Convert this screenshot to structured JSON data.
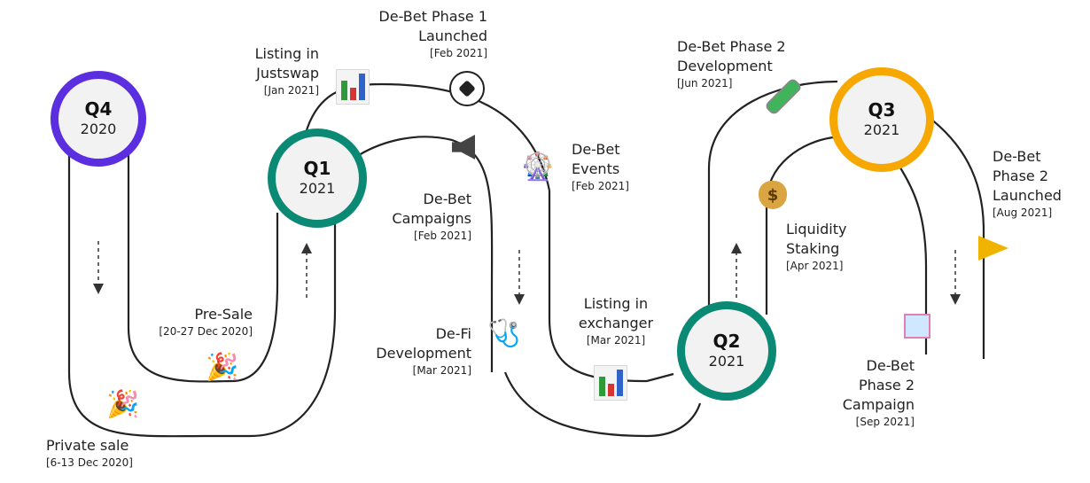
{
  "quarters": {
    "q4": {
      "label": "Q4",
      "year": "2020",
      "color": "#5b2ee0"
    },
    "q1": {
      "label": "Q1",
      "year": "2021",
      "color": "#0a8a74"
    },
    "q2": {
      "label": "Q2",
      "year": "2021",
      "color": "#0a8a74"
    },
    "q3": {
      "label": "Q3",
      "year": "2021",
      "color": "#f6a800"
    }
  },
  "milestones": {
    "private_sale": {
      "title": "Private sale",
      "date": "[6-13 Dec 2020]",
      "icon": "party-popper-icon"
    },
    "pre_sale": {
      "title": "Pre-Sale",
      "date": "[20-27 Dec 2020]",
      "icon": "party-popper-icon"
    },
    "listing_justswap": {
      "title_line1": "Listing in",
      "title_line2": "Justswap",
      "date": "[Jan 2021]",
      "icon": "bar-chart-icon"
    },
    "debet_phase1_launched": {
      "title_line1": "De-Bet Phase 1",
      "title_line2": "Launched",
      "date": "[Feb 2021]",
      "icon": "soccer-ball-icon"
    },
    "debet_events": {
      "title_line1": "De-Bet",
      "title_line2": "Events",
      "date": "[Feb 2021]",
      "icon": "ferris-wheel-icon"
    },
    "debet_campaigns": {
      "title_line1": "De-Bet",
      "title_line2": "Campaigns",
      "date": "[Feb 2021]",
      "icon": "speaker-icon"
    },
    "defi_development": {
      "title_line1": "De-Fi",
      "title_line2": "Development",
      "date": "[Mar 2021]",
      "icon": "stethoscope-icon"
    },
    "listing_exchanger": {
      "title_line1": "Listing in",
      "title_line2": "exchanger",
      "date": "[Mar 2021]",
      "icon": "bar-chart-icon"
    },
    "liquidity_staking": {
      "title_line1": "Liquidity",
      "title_line2": "Staking",
      "date": "[Apr 2021]",
      "icon": "money-bag-icon"
    },
    "debet_phase2_development": {
      "title_line1": "De-Bet Phase 2",
      "title_line2": "Development",
      "date": "[Jun 2021]",
      "icon": "test-tube-icon"
    },
    "debet_phase2_launched": {
      "title_line1": "De-Bet",
      "title_line2": "Phase 2",
      "title_line3": "Launched",
      "date": "[Aug 2021]",
      "icon": "megaphone-icon"
    },
    "debet_phase2_campaign": {
      "title_line1": "De-Bet",
      "title_line2": "Phase 2",
      "title_line3": "Campaign",
      "date": "[Sep 2021]",
      "icon": "gift-icon"
    }
  },
  "colors": {
    "road": "#222222",
    "text": "#222222"
  }
}
